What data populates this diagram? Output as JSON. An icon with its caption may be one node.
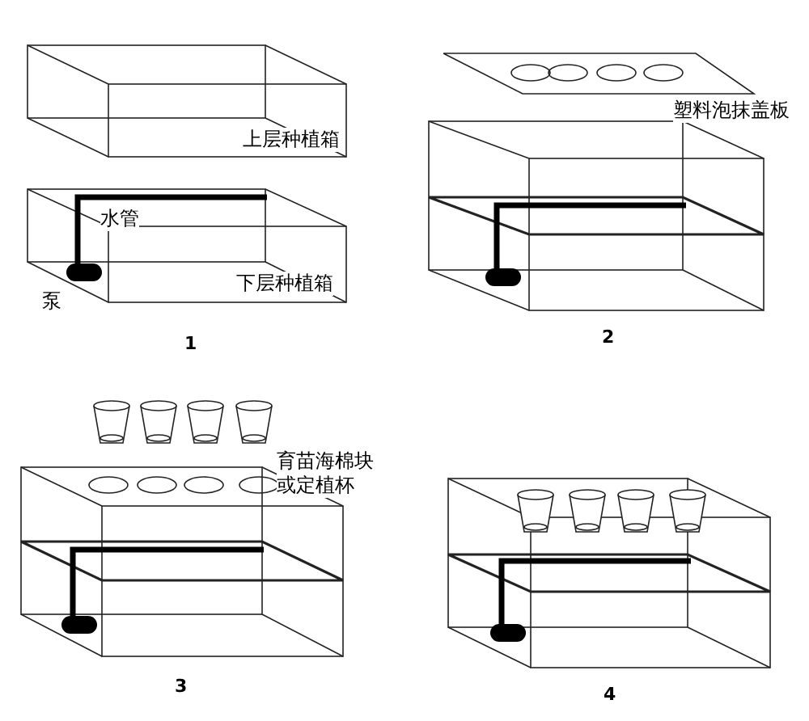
{
  "diagram": {
    "labels": [
      "上层种植箱",
      "水管",
      "下层种植箱",
      "泵",
      "1",
      "塑料泡抹盖板",
      "2",
      "育苗海棉块或定植杯",
      "3",
      "4"
    ]
  }
}
